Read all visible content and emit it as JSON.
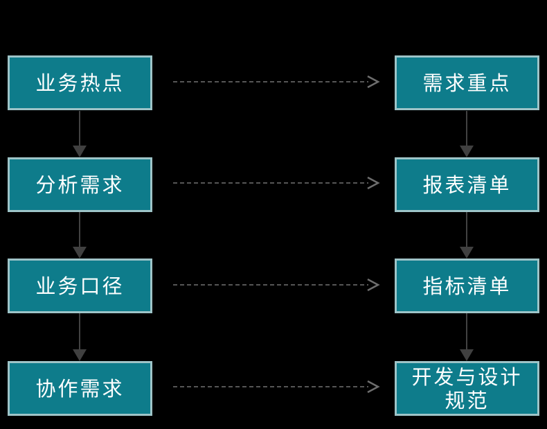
{
  "diagram": {
    "background": "#000000",
    "columns": {
      "left": [
        {
          "label": "业务热点"
        },
        {
          "label": "分析需求"
        },
        {
          "label": "业务口径"
        },
        {
          "label": "协作需求"
        }
      ],
      "right": [
        {
          "label": "需求重点"
        },
        {
          "label": "报表清单"
        },
        {
          "label": "指标清单"
        },
        {
          "label": "开发与设计\n规范"
        }
      ]
    },
    "connections": {
      "left_flow": [
        "业务热点",
        "分析需求",
        "业务口径",
        "协作需求"
      ],
      "right_flow": [
        "需求重点",
        "报表清单",
        "指标清单",
        "开发与设计规范"
      ],
      "cross_links": [
        {
          "from": "业务热点",
          "to": "需求重点",
          "style": "dashed"
        },
        {
          "from": "分析需求",
          "to": "报表清单",
          "style": "dashed"
        },
        {
          "from": "业务口径",
          "to": "指标清单",
          "style": "dashed"
        },
        {
          "from": "协作需求",
          "to": "开发与设计规范",
          "style": "dashed"
        }
      ]
    },
    "colors": {
      "box_fill": "#0E7C8B",
      "box_border": "#9EC4C8",
      "box_text": "#FFFFFF",
      "solid_arrow_line": "#595959",
      "solid_arrow_head": "#404040",
      "dashed_arrow": "#737373",
      "dashed_arrow_head": "#6E6E6E"
    }
  }
}
